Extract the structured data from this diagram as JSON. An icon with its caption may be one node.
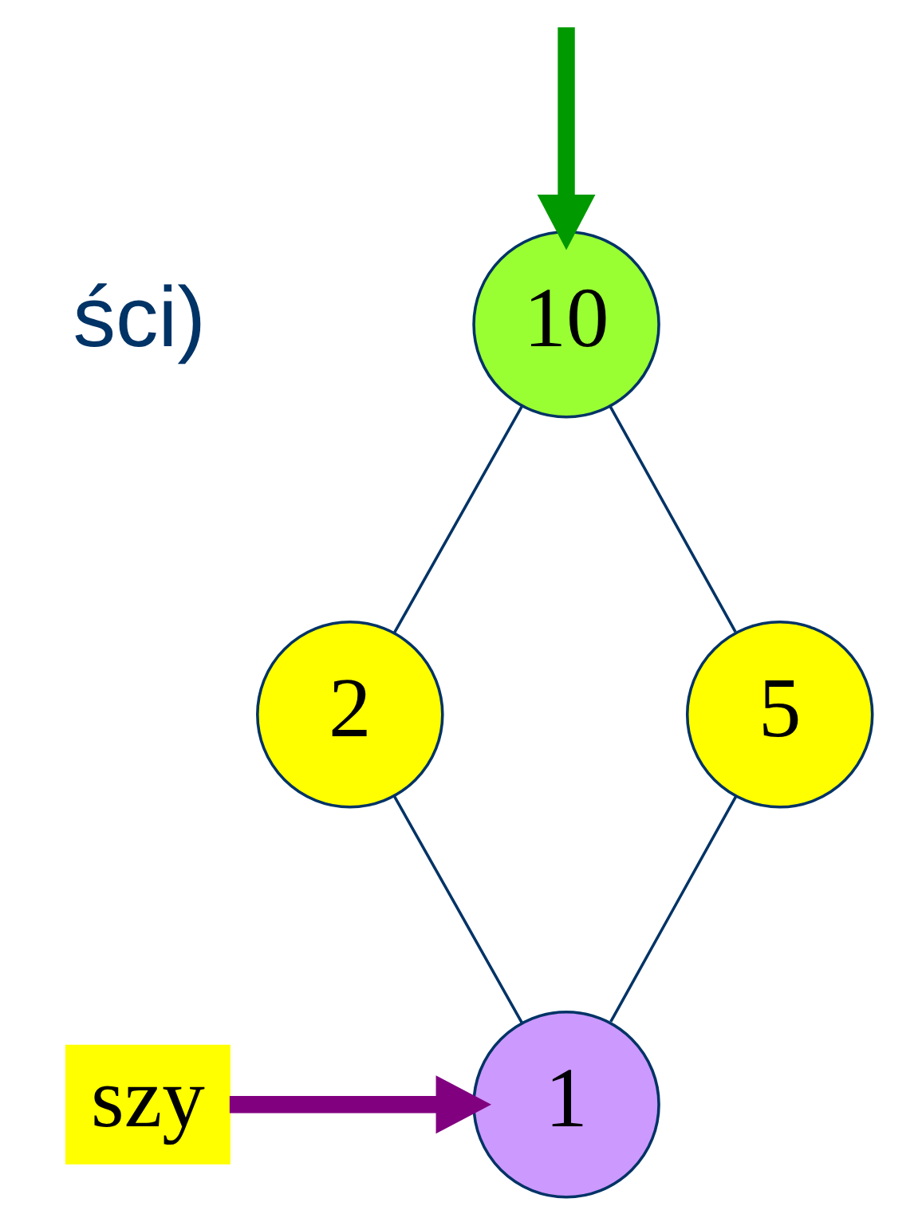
{
  "diagram": {
    "nodes": [
      {
        "text": [
          "10"
        ]
      },
      {
        "text": [
          "2"
        ]
      },
      {
        "text": [
          "5"
        ]
      },
      {
        "text": [
          "1"
        ]
      },
      {
        "text": [
          "szy"
        ]
      }
    ],
    "edges": [
      {
        "from": null,
        "to": 0,
        "arrow": "to",
        "style": "thick",
        "color": "#009900"
      },
      {
        "from": 0,
        "to": 1,
        "arrow": "none"
      },
      {
        "from": 0,
        "to": 2,
        "arrow": "none"
      },
      {
        "from": 1,
        "to": 3,
        "arrow": "none"
      },
      {
        "from": 2,
        "to": 3,
        "arrow": "none"
      },
      {
        "from": 4,
        "to": 3,
        "arrow": "to",
        "style": "thick",
        "color": "#800080"
      }
    ],
    "labels": [
      "ści)"
    ]
  }
}
